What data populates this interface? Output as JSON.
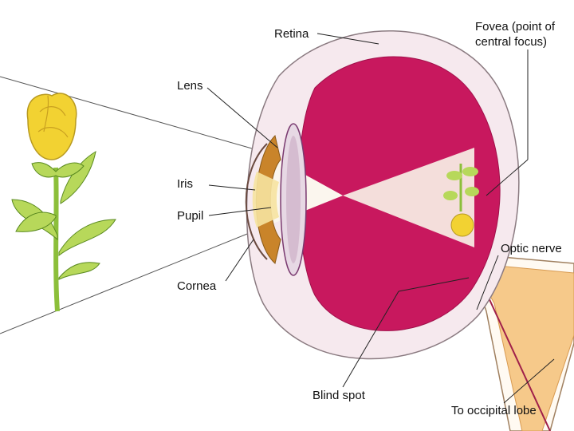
{
  "labels": {
    "retina": "Retina",
    "fovea_line1": "Fovea (point of",
    "fovea_line2": "central focus)",
    "lens": "Lens",
    "iris": "Iris",
    "pupil": "Pupil",
    "optic_nerve": "Optic nerve",
    "cornea": "Cornea",
    "blind_spot": "Blind spot",
    "occipital": "To occipital lobe"
  },
  "colors": {
    "retina_fill": "#c8185e",
    "sclera_fill": "#f6e9ee",
    "nerve_fill": "#f6c98a",
    "iris_fill": "#c9842a",
    "rose_fill": "#f2d232",
    "leaf_fill": "#b7d85a",
    "stem_fill": "#8cbf3a"
  }
}
